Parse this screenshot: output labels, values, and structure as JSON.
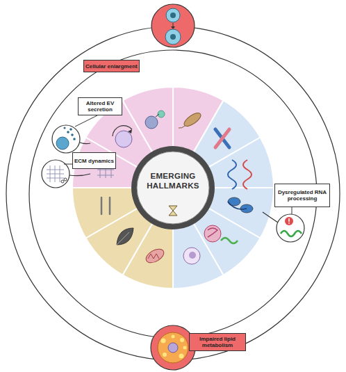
{
  "diagram": {
    "nodes": [
      {
        "text": [
          "Cellular enlargment"
        ]
      },
      {
        "text": [
          "Altered EV secretion"
        ]
      },
      {
        "text": [
          "ECM dynamics"
        ]
      },
      {
        "text": [
          "EMERGING HALLMARKS"
        ]
      },
      {
        "text": [
          "Dysregulated RNA processing"
        ]
      },
      {
        "text": [
          "Impaired lipid metabolism"
        ]
      }
    ]
  }
}
